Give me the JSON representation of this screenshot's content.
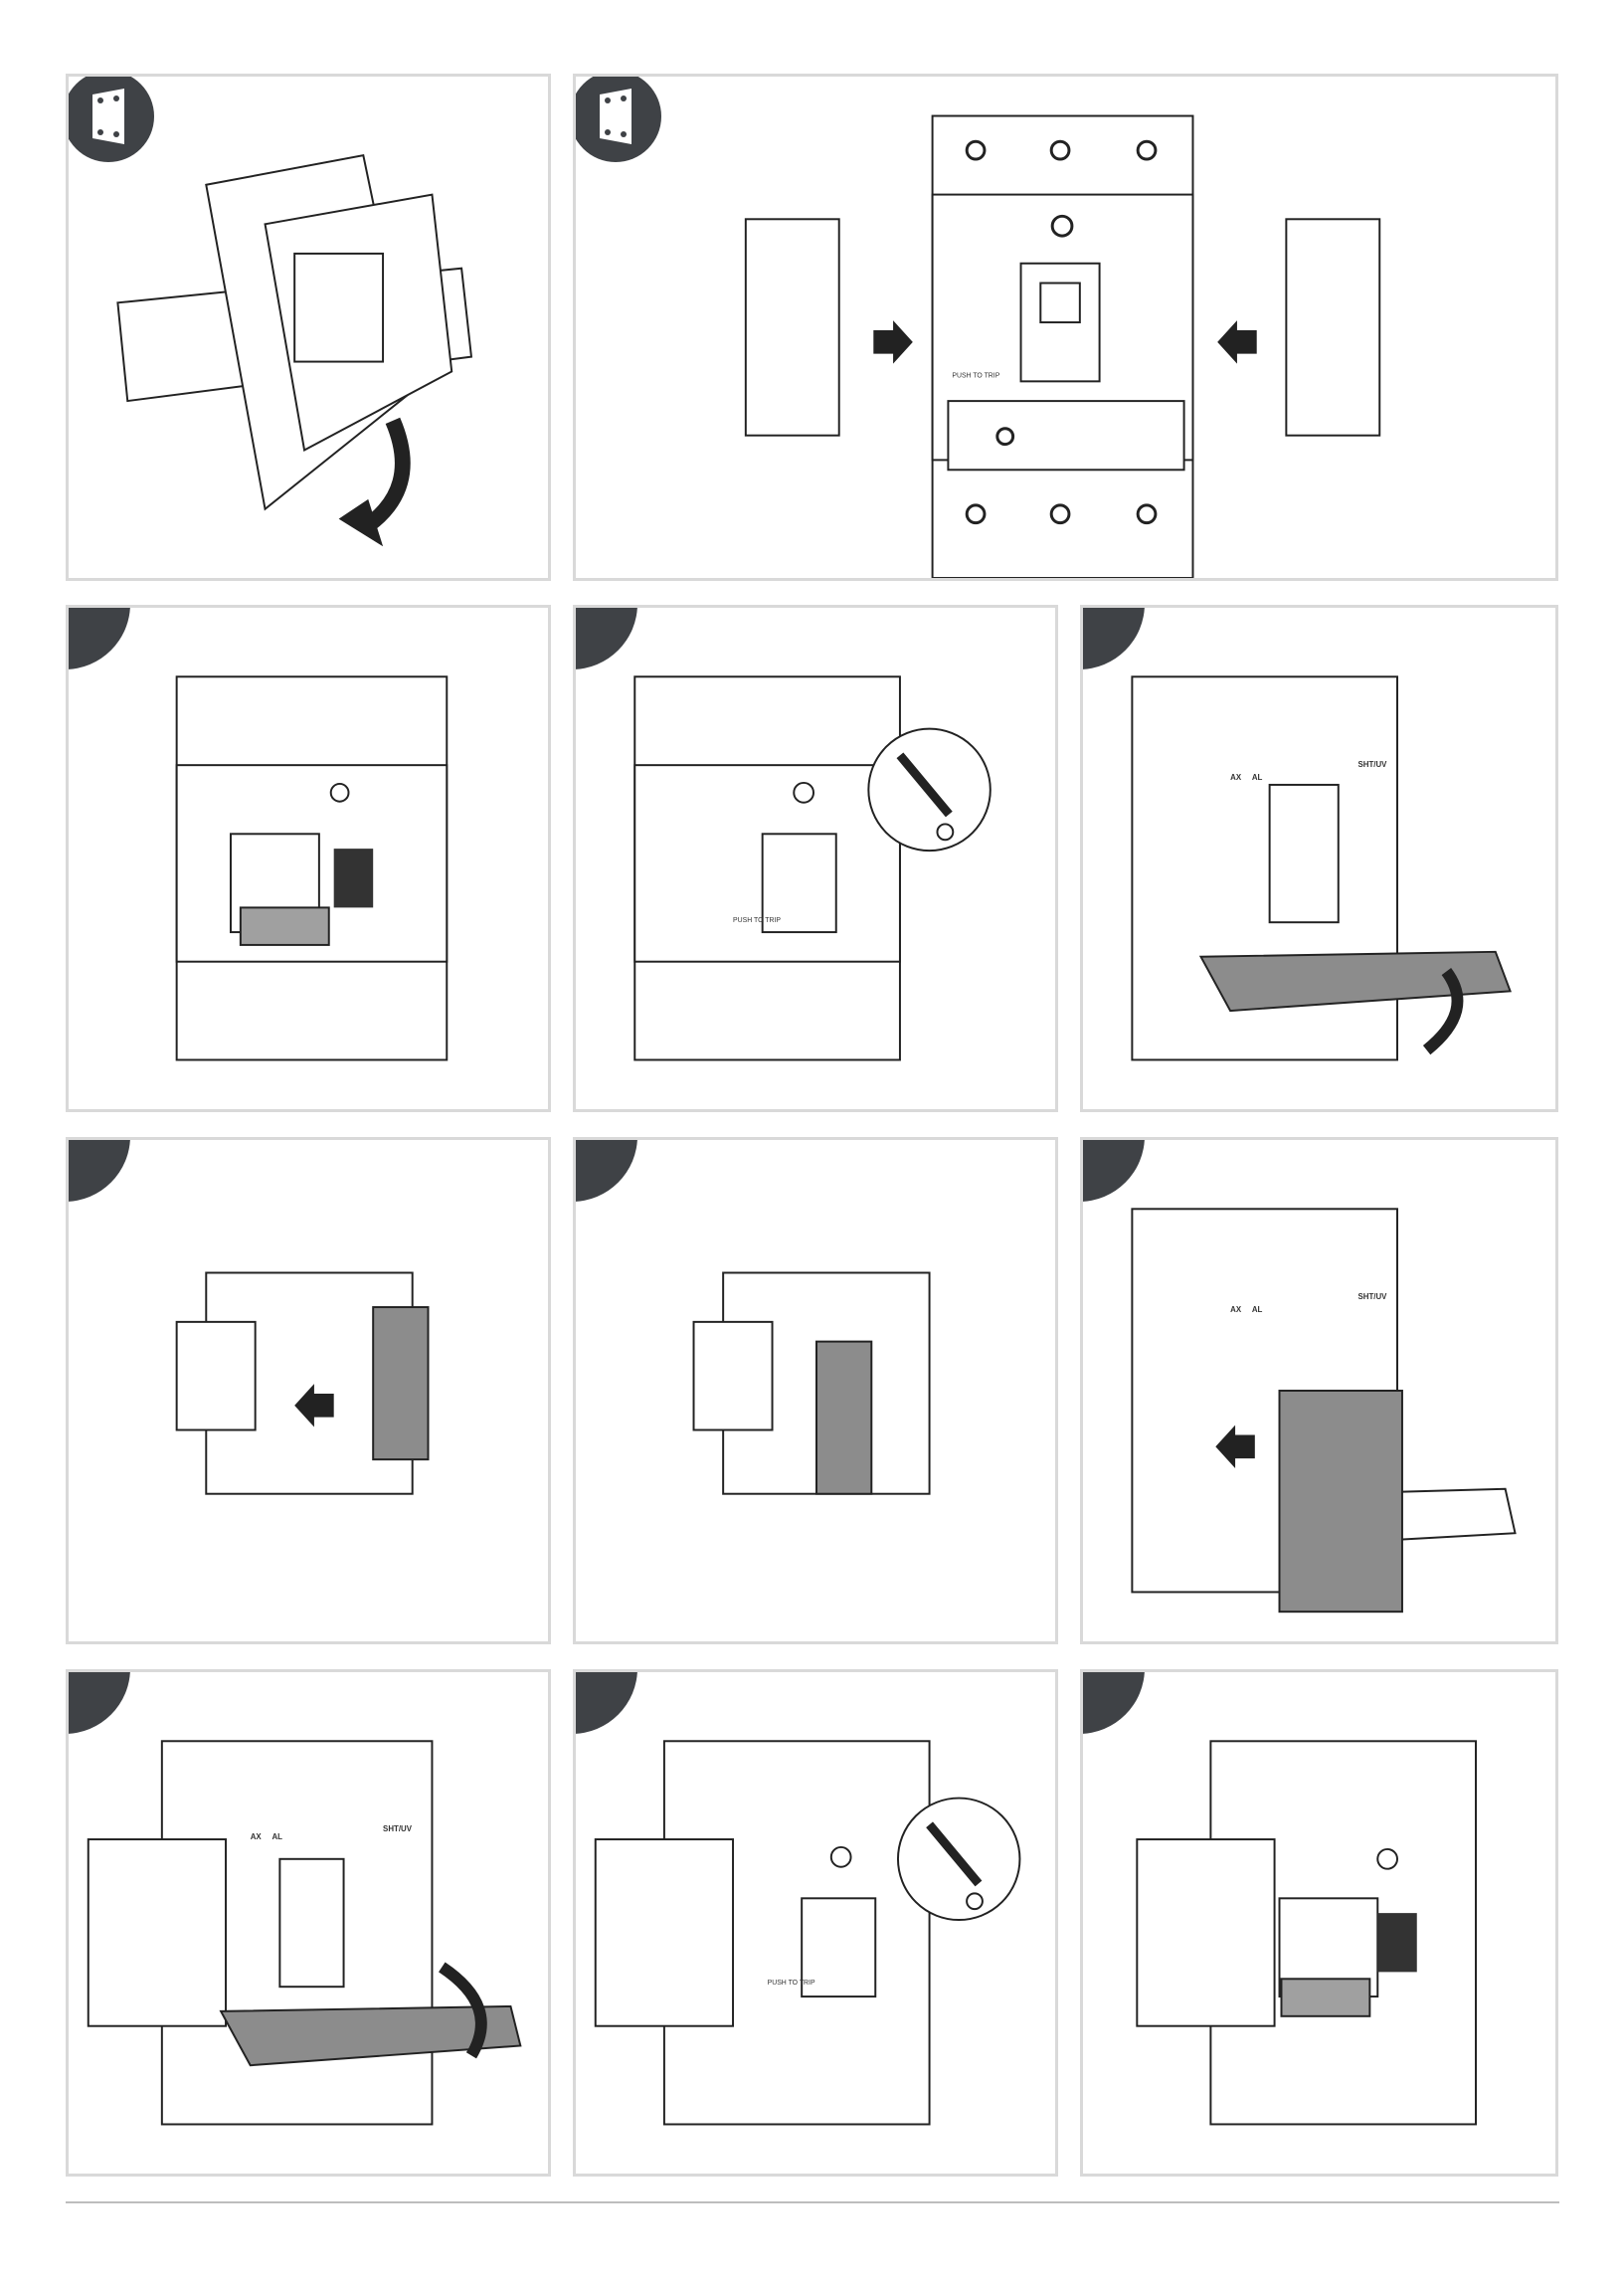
{
  "labels": {
    "push_to_trip": "PUSH TO TRIP",
    "contact_ax": "AX",
    "contact_al": "AL",
    "contact_shunt": "SHT/UV"
  },
  "colors": {
    "badge": "#3f4246",
    "panel_border": "#d9d9d9",
    "accessory_fill": "#8c8c8c",
    "label_fill": "#a0a0a0"
  },
  "icons": {
    "mount_icon": "din-rail-mount-icon",
    "screwdriver": "screwdriver-icon",
    "arrow": "arrow-icon"
  }
}
